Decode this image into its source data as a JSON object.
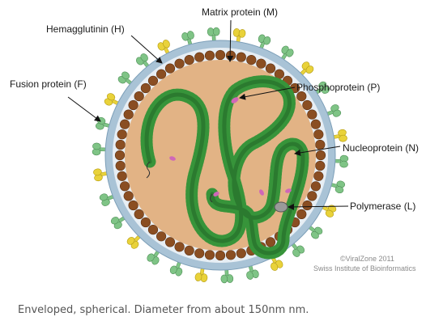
{
  "labels": {
    "matrix": "Matrix protein (M)",
    "hemagglutinin": "Hemagglutinin (H)",
    "fusion": "Fusion protein (F)",
    "phosphoprotein": "Phosphoprotein (P)",
    "nucleoprotein": "Nucleoprotein (N)",
    "polymerase": "Polymerase (L)"
  },
  "credit": {
    "line1": "©ViralZone 2011",
    "line2": "Swiss Institute of Bioinformatics"
  },
  "caption": "Enveloped, spherical. Diameter from about 150nm nm.",
  "colors": {
    "interior": "#e2b385",
    "matrix_bead": "#8a4e22",
    "envelope": "#a9c3d6",
    "hemagglutinin": "#7fc486",
    "fusion": "#e9d23a",
    "nucleocapsid": "#37943a",
    "phosphoprotein": "#cf67b8",
    "polymerase": "#9a9a9a"
  }
}
